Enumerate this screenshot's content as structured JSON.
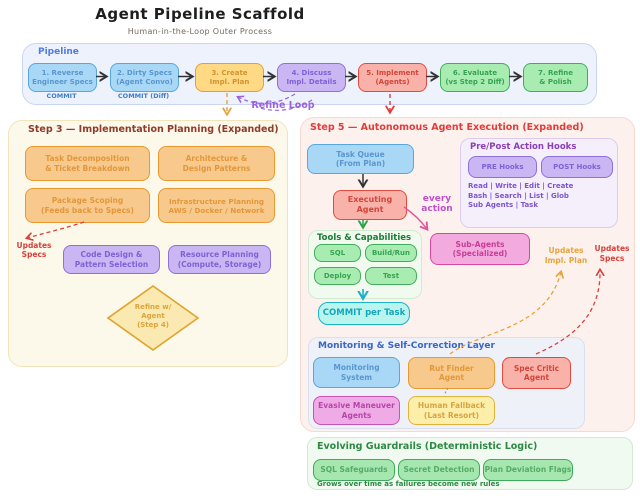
{
  "title": "Agent Pipeline Scaffold",
  "subtitle": "Human-in-the-Loop Outer Process",
  "pipeline": {
    "label": "Pipeline",
    "steps": [
      {
        "label": "1. Reverse\nEngineer Specs",
        "note": "COMMIT"
      },
      {
        "label": "2. Dirty Specs\n(Agent Convo)",
        "note": "COMMIT (Diff)"
      },
      {
        "label": "3. Create\nImpl. Plan"
      },
      {
        "label": "4. Discuss\nImpl. Details"
      },
      {
        "label": "5. Implement\n(Agents)"
      },
      {
        "label": "6. Evaluate\n(vs Step 2 Diff)"
      },
      {
        "label": "7. Refine\n& Polish"
      }
    ],
    "refine_loop_label": "Refine Loop"
  },
  "step3": {
    "title": "Step 3 — Implementation Planning (Expanded)",
    "boxes": [
      {
        "label": "Task Decomposition\n& Ticket Breakdown"
      },
      {
        "label": "Architecture &\nDesign Patterns"
      },
      {
        "label": "Package Scoping\n(Feeds back to Specs)"
      },
      {
        "label": "Infrastructure Planning\nAWS / Docker / Network"
      },
      {
        "label": "Code Design &\nPattern Selection"
      },
      {
        "label": "Resource Planning\n(Compute, Storage)"
      }
    ],
    "updates_specs_label": "Updates Specs",
    "diamond_label": "Refine w/\nAgent\n(Step 4)"
  },
  "step5": {
    "title": "Step 5 — Autonomous Agent Execution (Expanded)",
    "task_queue_label": "Task Queue\n(From Plan)",
    "executing_agent_label": "Executing Agent",
    "every_action_label": "every action",
    "hooks": {
      "title": "Pre/Post Action Hooks",
      "pre_label": "PRE Hooks",
      "post_label": "POST Hooks",
      "lines": "Read | Write | Edit | Create\nBash | Search | List | Glob\nSub Agents | Task"
    },
    "sub_agents_label": "Sub-Agents\n(Specialized)",
    "tools": {
      "title": "Tools & Capabilities",
      "items": [
        "SQL",
        "Build/Run",
        "Deploy",
        "Test"
      ],
      "commit_label": "COMMIT per Task"
    },
    "updates_impl_plan_label": "Updates\nImpl. Plan",
    "updates_specs_label": "Updates\nSpecs"
  },
  "monitoring": {
    "title": "Monitoring & Self-Correction Layer",
    "boxes": [
      {
        "label": "Monitoring\nSystem"
      },
      {
        "label": "Rut Finder\nAgent"
      },
      {
        "label": "Spec Critic\nAgent"
      },
      {
        "label": "Evasive Maneuver\nAgents"
      },
      {
        "label": "Human Fallback\n(Last Resort)"
      }
    ]
  },
  "guardrails": {
    "title": "Evolving Guardrails (Deterministic Logic)",
    "items": [
      "SQL Safeguards",
      "Secret Detection",
      "Plan Deviation Flags"
    ],
    "footnote": "Grows over time as failures become new rules"
  },
  "colors": {
    "blue_fill": "#a9d8f6",
    "blue_border": "#58a6dc",
    "yellow_fill": "#ffd983",
    "yellow_border": "#e0a233",
    "purple_fill": "#c9b6f2",
    "purple_border": "#8f6fd8",
    "red_fill": "#f9b2aa",
    "red_border": "#e04b3e",
    "green_fill": "#a8ecb2",
    "green_border": "#41ad5b",
    "orange_fill": "#f8c98c",
    "orange_border": "#e9992f",
    "pink_fill": "#f3aade",
    "pink_border": "#d5489e",
    "cyan_fill": "#b9f4ed",
    "cyan_border": "#1cb3c9",
    "step3_title": "#8f3b2c",
    "step5_title": "#e23d3a",
    "monitoring_title": "#3b66c4",
    "guardrails_title": "#2c8a42",
    "refine_loop": "#9a63dd",
    "every_action": "#bc52cc",
    "updates_specs": "#d8403a",
    "updates_impl_plan": "#e8a33c"
  }
}
